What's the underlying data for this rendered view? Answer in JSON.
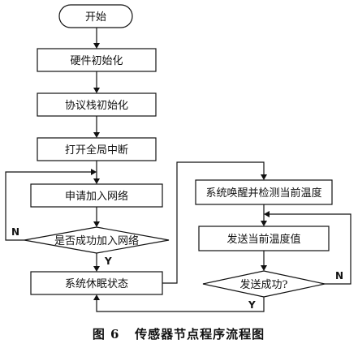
{
  "nodes": {
    "start": "开始",
    "hw_init": "硬件初始化",
    "stack_init": "协议栈初始化",
    "enable_interrupt": "打开全局中断",
    "join_network": "申请加入网络",
    "join_success": "是否成功加入网络",
    "sleep_state": "系统休眠状态",
    "wake_detect": "系统唤醒并检测当前温度",
    "send_temp": "发送当前温度值",
    "send_success": "发送成功?"
  },
  "branches": {
    "join_no": "N",
    "join_yes": "Y",
    "send_no": "N",
    "send_yes": "Y"
  },
  "caption": "图 6   传感器节点程序流程图"
}
